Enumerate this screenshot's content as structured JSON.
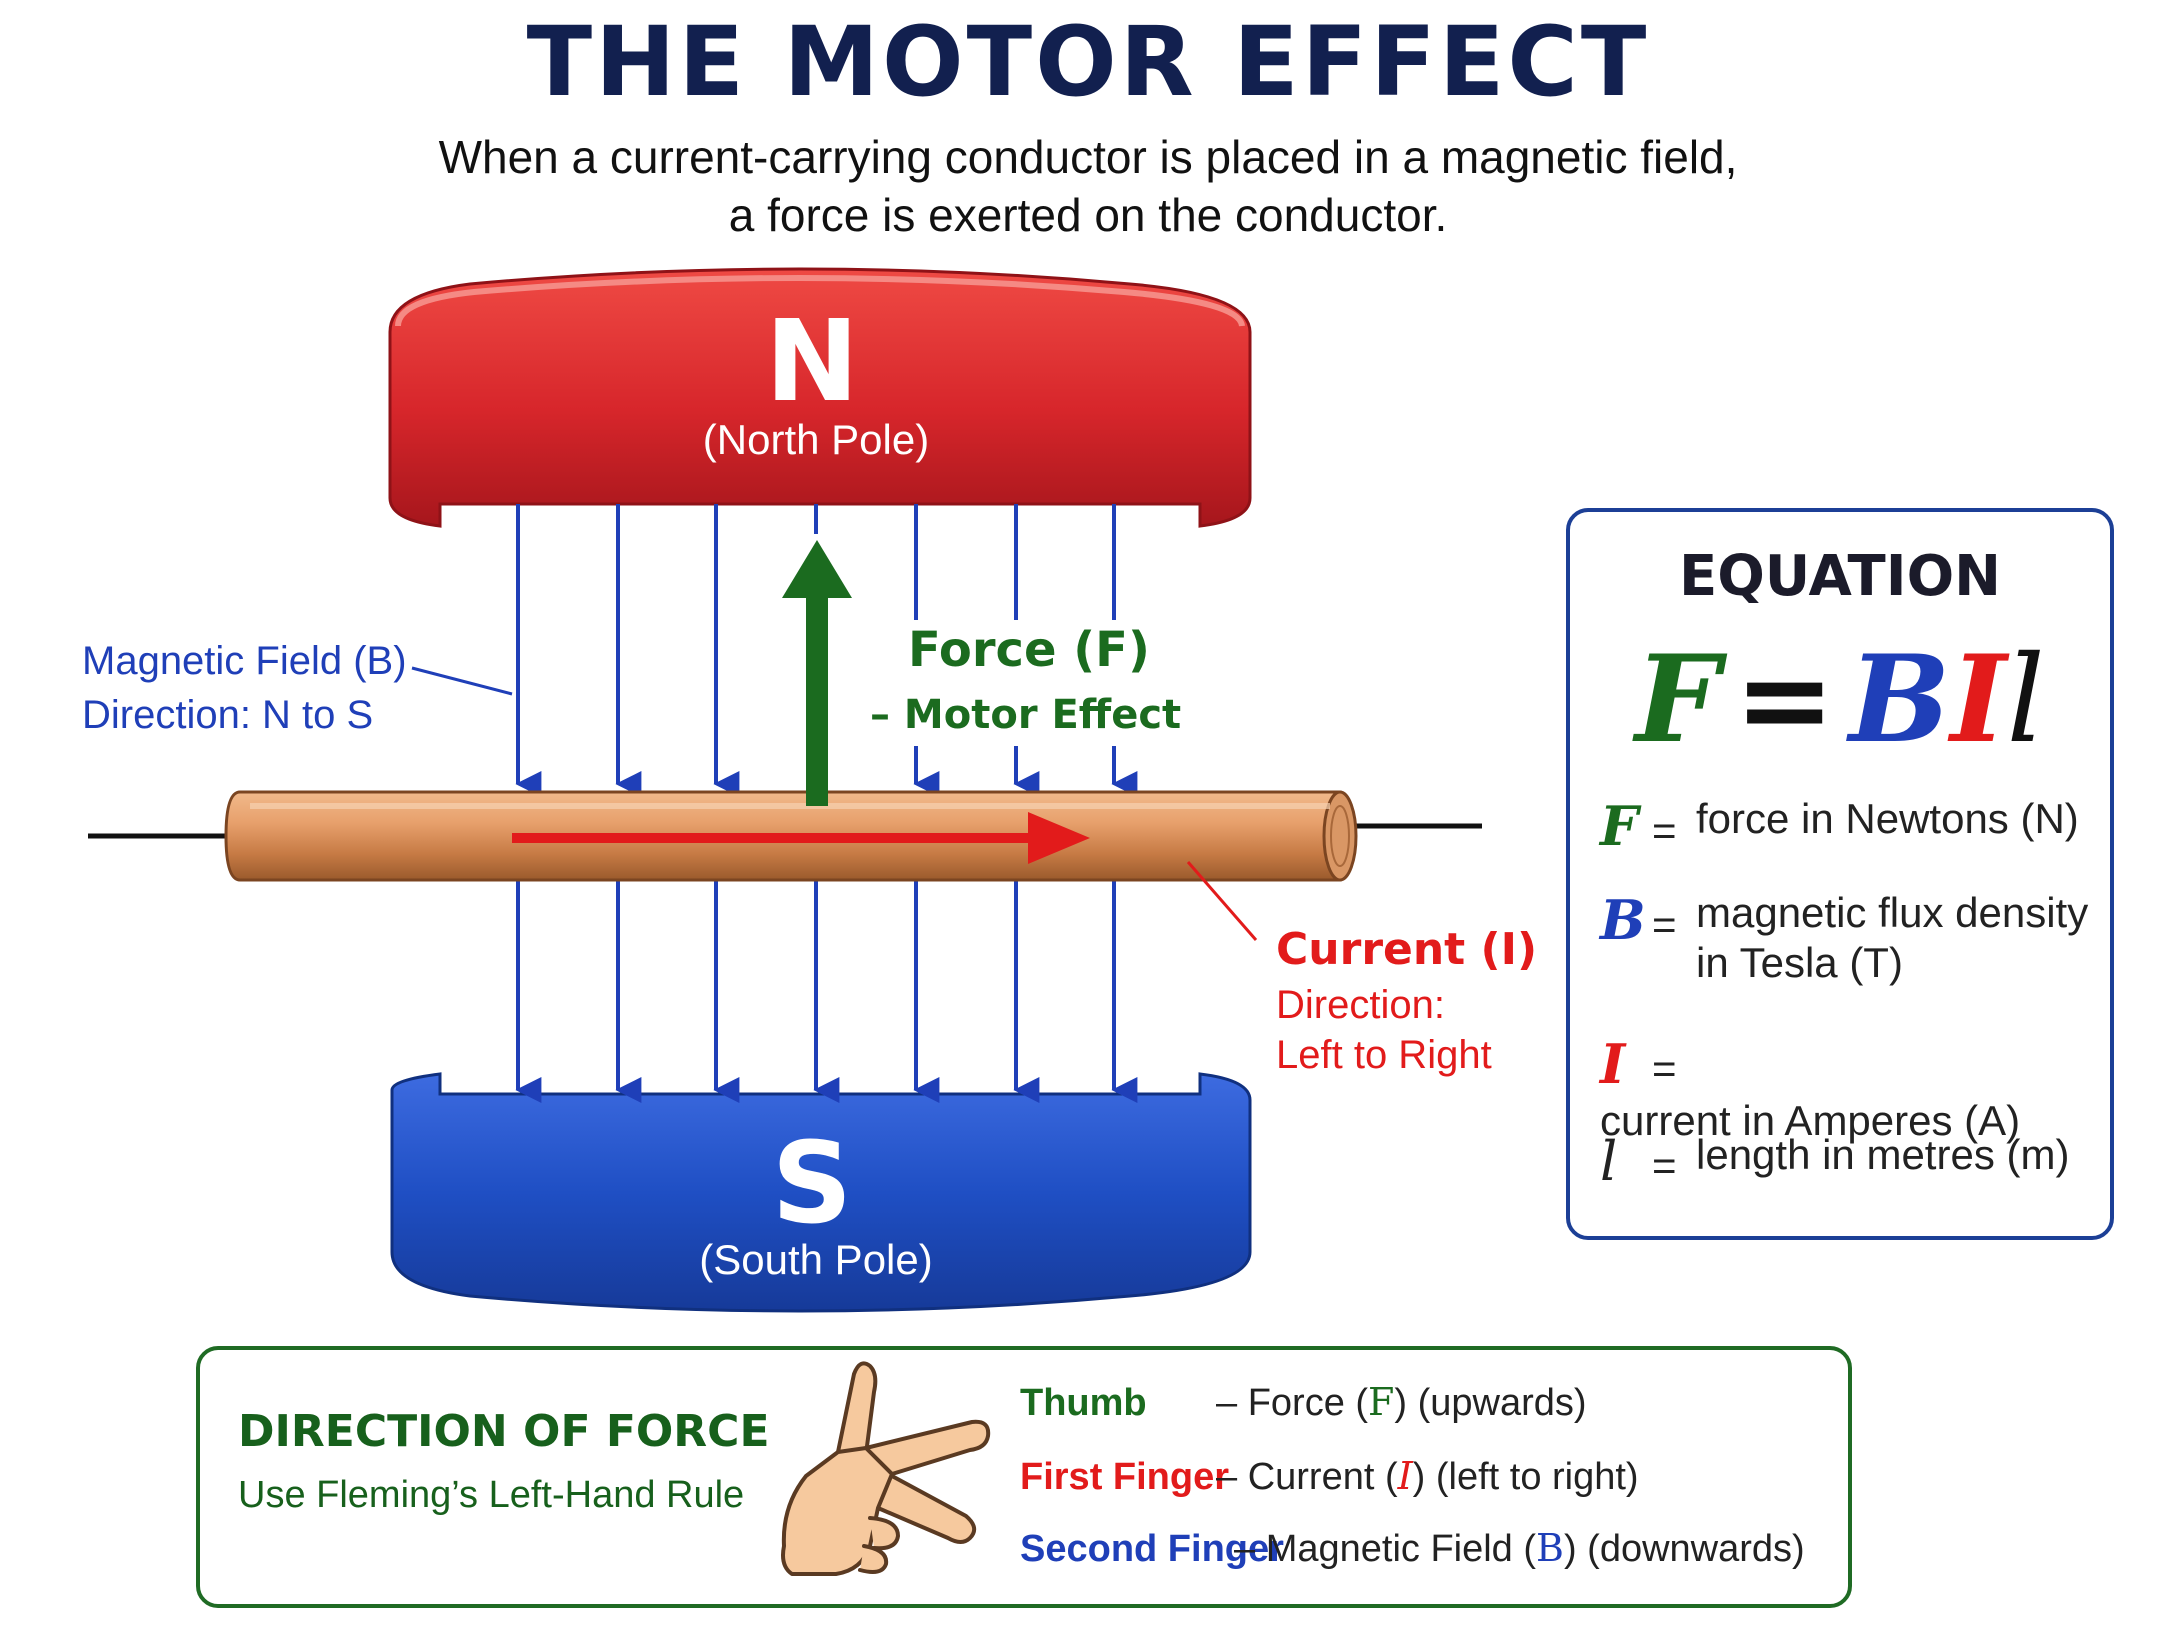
{
  "title": "THE MOTOR EFFECT",
  "subtitle": {
    "line1": "When a current-carrying conductor is placed in a magnetic field,",
    "line2": "a force is exerted on the conductor."
  },
  "magnets": {
    "north": {
      "letter": "N",
      "label": "(North Pole)",
      "color": "#d7262b"
    },
    "south": {
      "letter": "S",
      "label": "(South Pole)",
      "color": "#1f4fc4"
    }
  },
  "labels": {
    "field_line1": "Magnetic Field (B)",
    "field_line2": "Direction: N to S",
    "force_line1": "Force (F)",
    "force_line2": "– Motor Effect",
    "current_line1": "Current (I)",
    "current_line2": "Direction:",
    "current_line3": "Left to Right"
  },
  "colors": {
    "field": "#1f3fb8",
    "force": "#1b6b1f",
    "current": "#e21b1b",
    "copper": "#cf8a55"
  },
  "equation": {
    "title": "EQUATION",
    "F": "F",
    "equals": "=",
    "B": "B",
    "I": "I",
    "l": "l",
    "vars": [
      {
        "sym": "F",
        "eq": "=",
        "def1": "force in Newtons (N)",
        "def2": "",
        "color": "#1b6b1f"
      },
      {
        "sym": "B",
        "eq": "=",
        "def1": "magnetic flux density",
        "def2": "in Tesla (T)",
        "color": "#1f3fb8"
      },
      {
        "sym": "I",
        "eq": "=",
        "def1": "current in Amperes (A)",
        "def2": "",
        "color": "#e21b1b"
      },
      {
        "sym": "l",
        "eq": "=",
        "def1": "length in metres (m)",
        "def2": "",
        "color": "#222222"
      }
    ]
  },
  "direction": {
    "title": "DIRECTION OF FORCE",
    "subtitle": "Use Fleming’s Left-Hand Rule",
    "rules": [
      {
        "finger": "Thumb",
        "pre": "– Force (",
        "sym": "F",
        "post": ") (upwards)",
        "color": "#1b6b1f"
      },
      {
        "finger": "First Finger",
        "pre": "– Current (",
        "sym": "I",
        "post": ") (left to right)",
        "color": "#e21b1b"
      },
      {
        "finger": "Second Finger",
        "pre": "– Magnetic Field (",
        "sym": "B",
        "post": ") (downwards)",
        "color": "#1f3fb8"
      }
    ]
  }
}
